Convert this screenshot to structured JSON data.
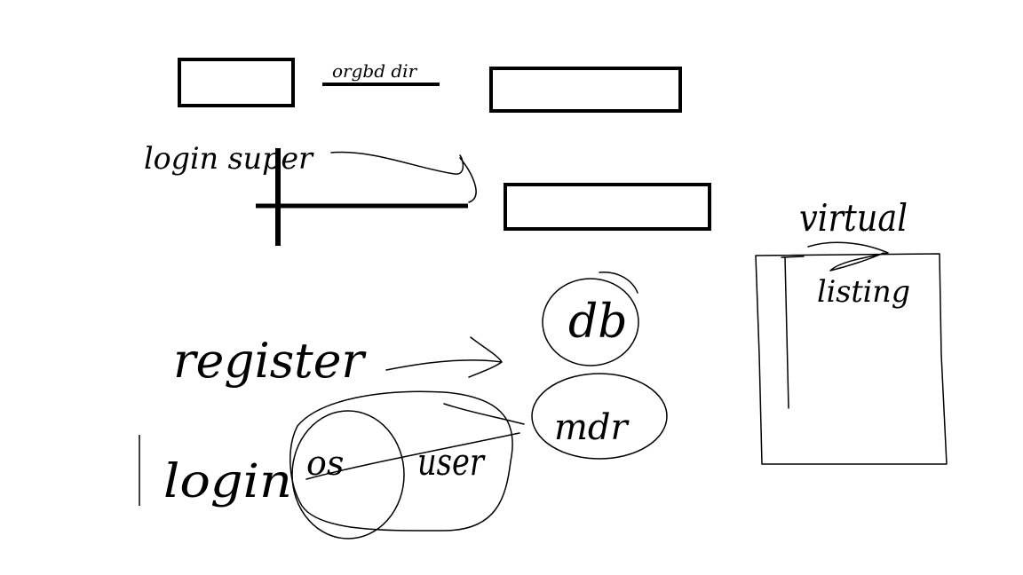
{
  "labels": {
    "top_mid": "orgbd dir",
    "login_super": "login super",
    "register": "register",
    "login_bottom": "login",
    "os": "os",
    "user": "user",
    "db": "db",
    "mdr": "mdr",
    "virtual": "virtual",
    "listing": "listing"
  }
}
